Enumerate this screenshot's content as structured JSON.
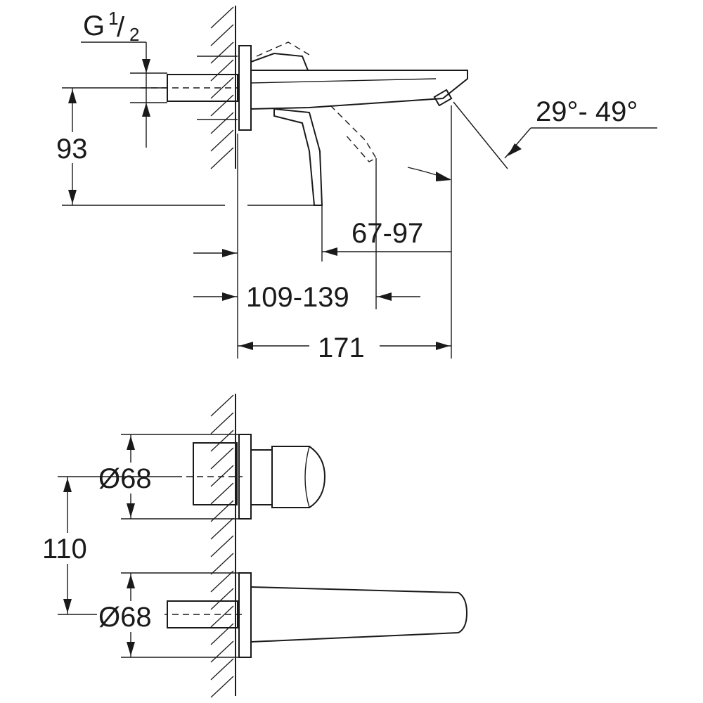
{
  "thread": {
    "prefix": "G",
    "numerator": "1",
    "slash": "/",
    "denominator": "2"
  },
  "side_view": {
    "height_dim": "93",
    "spout_reach_dim": "67-97",
    "wall_depth_dim": "109-139",
    "total_length_dim": "171",
    "handle_angle_dim": "29°- 49°"
  },
  "front_view": {
    "rosette_top_dim": "Ø68",
    "rosette_bottom_dim": "Ø68",
    "spacing_dim": "110"
  },
  "colors": {
    "ink": "#1a1a1a",
    "background": "#ffffff"
  }
}
